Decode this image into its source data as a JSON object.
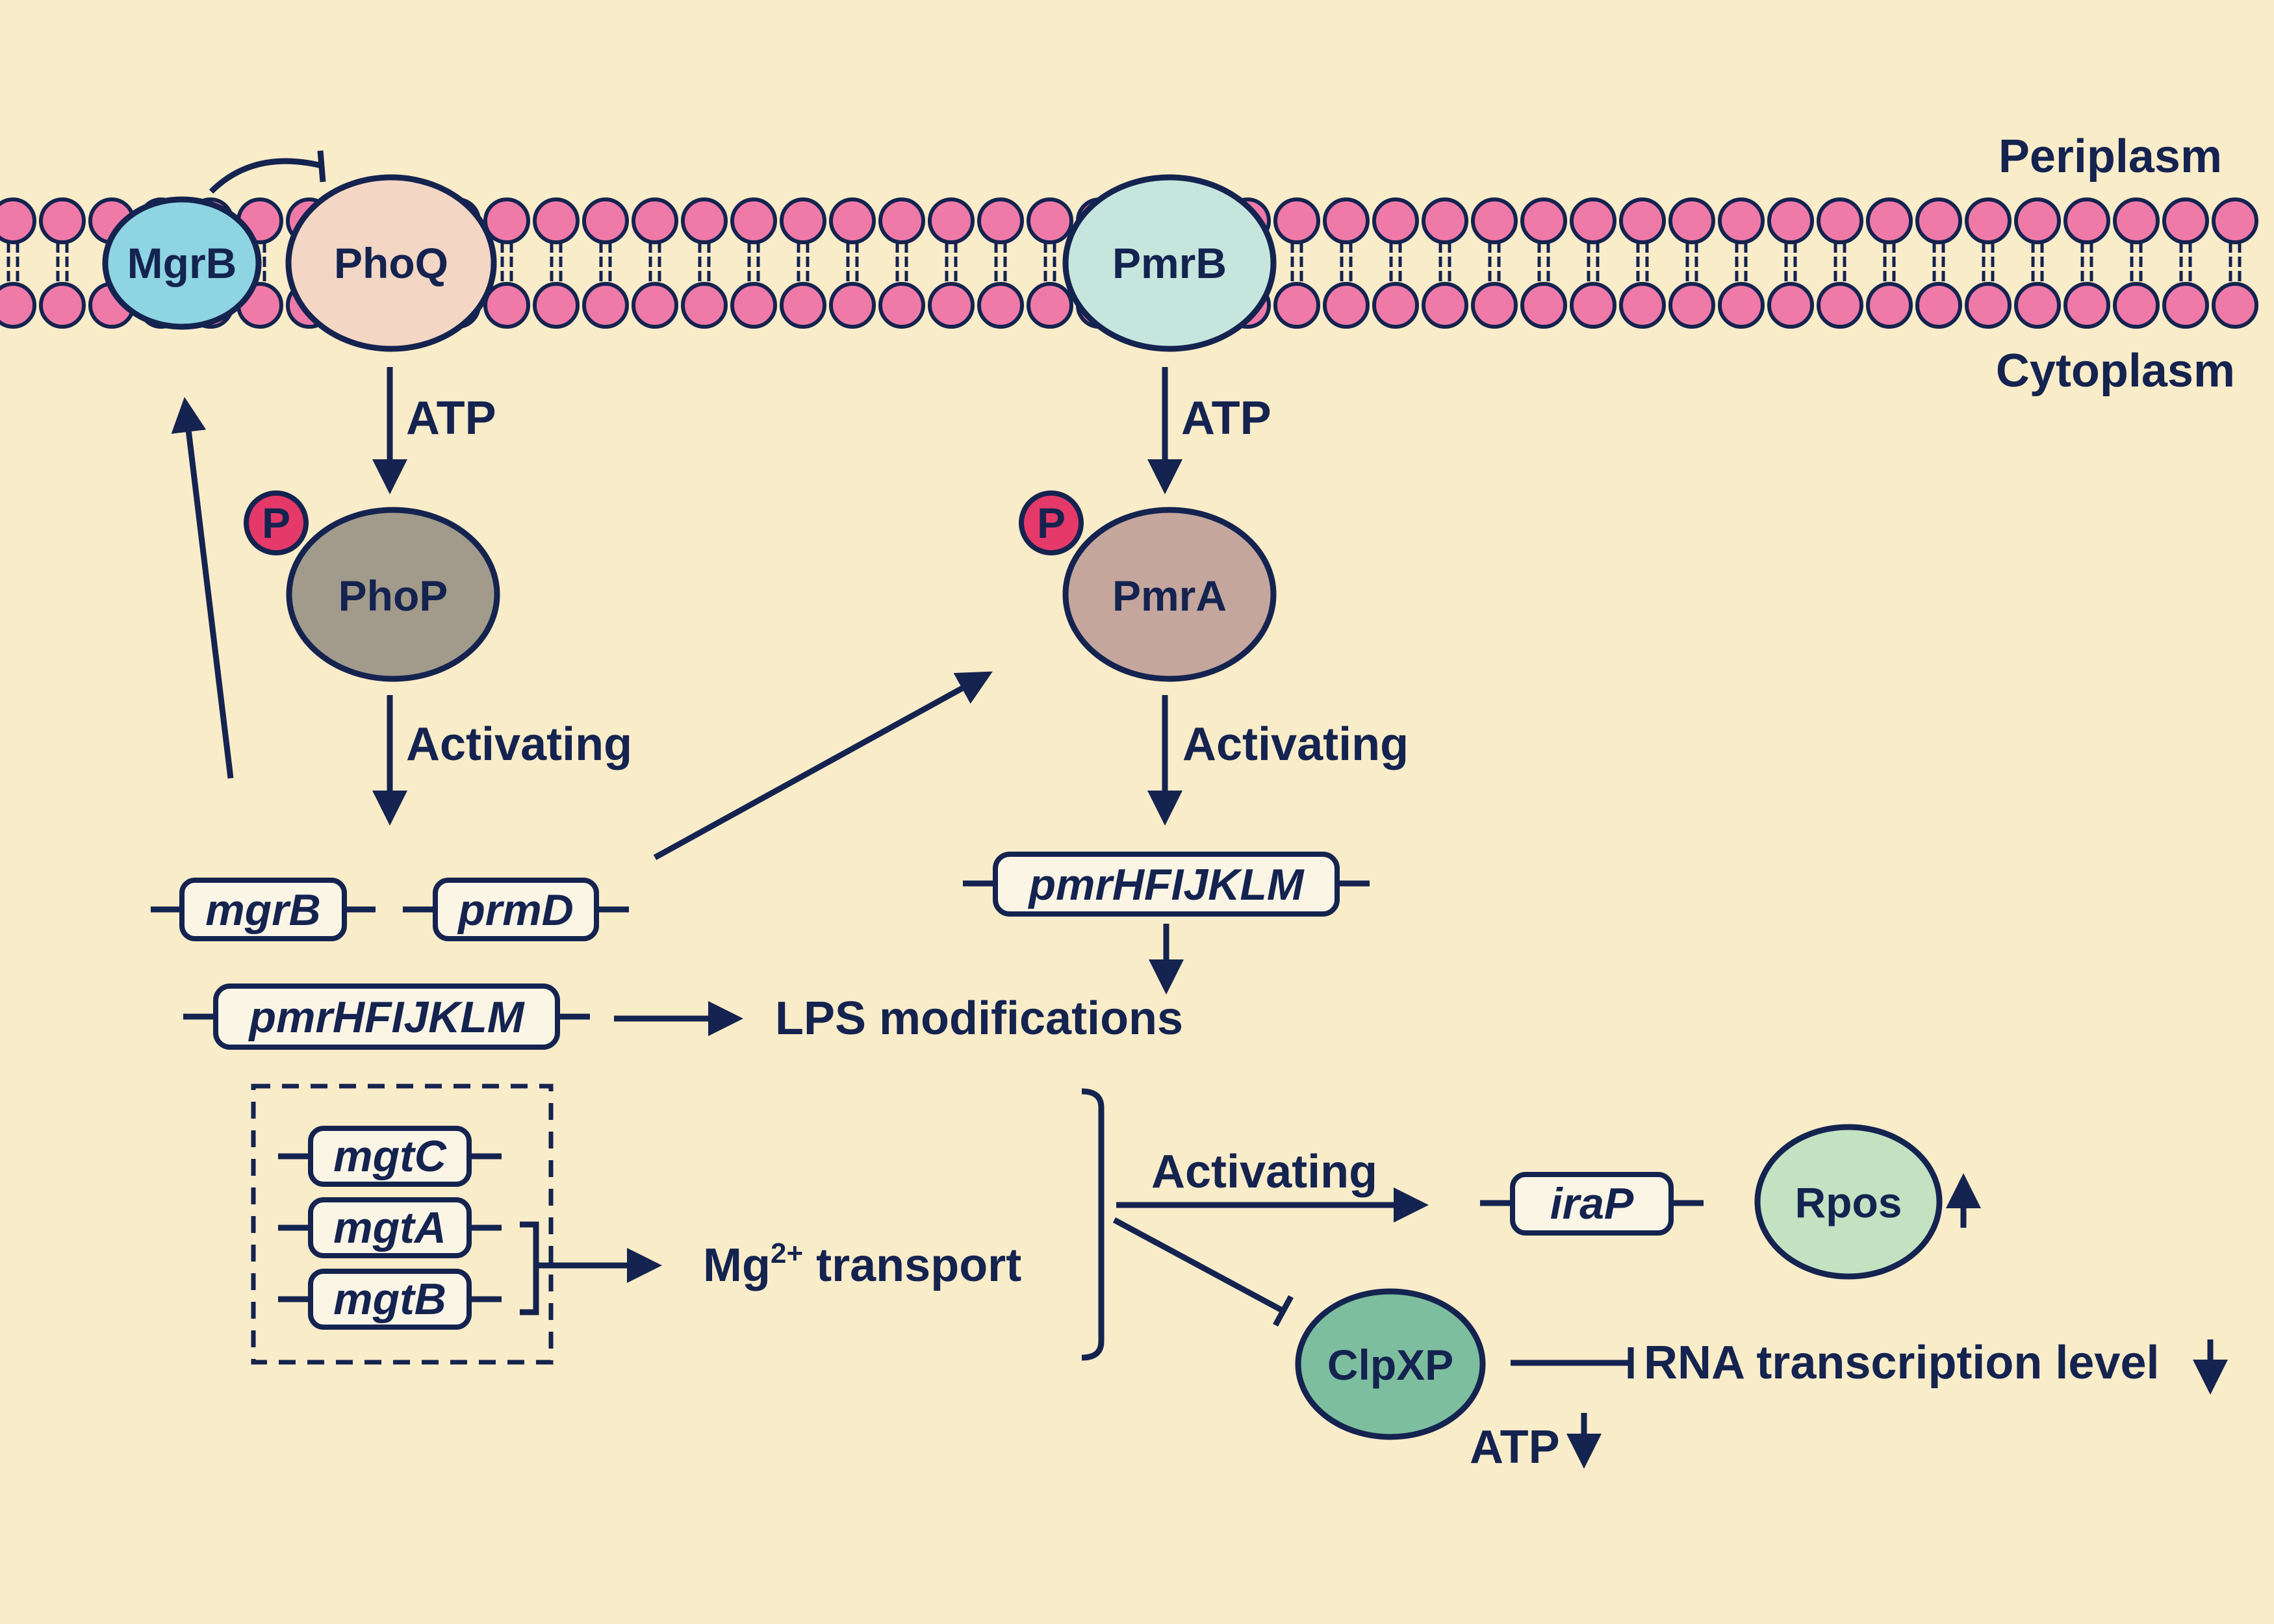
{
  "compartments": {
    "periplasm": "Periplasm",
    "cytoplasm": "Cytoplasm"
  },
  "proteins": {
    "mgrb": "MgrB",
    "phoq": "PhoQ",
    "pmrb": "PmrB",
    "phop": "PhoP",
    "pmra": "PmrA",
    "rpos": "Rpos",
    "clpxp": "ClpXP"
  },
  "phospho": "P",
  "genes": {
    "mgrb": "mgrB",
    "prmd": "prmD",
    "pmr_left": "pmrHFIJKLM",
    "pmr_right": "pmrHFIJKLM",
    "mgtc": "mgtC",
    "mgta": "mgtA",
    "mgtb": "mgtB",
    "irap": "iraP"
  },
  "labels": {
    "atp_left": "ATP",
    "atp_right": "ATP",
    "activating_left": "Activating",
    "activating_right": "Activating",
    "activating_bottom": "Activating",
    "lps": "LPS modifications",
    "mg_transport_base": "Mg",
    "mg_transport_sup": "2+",
    "mg_transport_rest": " transport",
    "rna_level": "RNA transcription level",
    "atp_bottom": "ATP"
  },
  "colors": {
    "background": "#f9ecc9",
    "ink": "#14234f",
    "lipid_head": "#ef7aa8",
    "phospho": "#e5396a",
    "mgrb": "#8ed4e2",
    "phoq": "#f4d6c4",
    "pmrb": "#c6e6dd",
    "phop": "#a29a8b",
    "pmra": "#c4a69d",
    "rpos": "#c2e2c2",
    "clpxp": "#7dbe9f"
  }
}
